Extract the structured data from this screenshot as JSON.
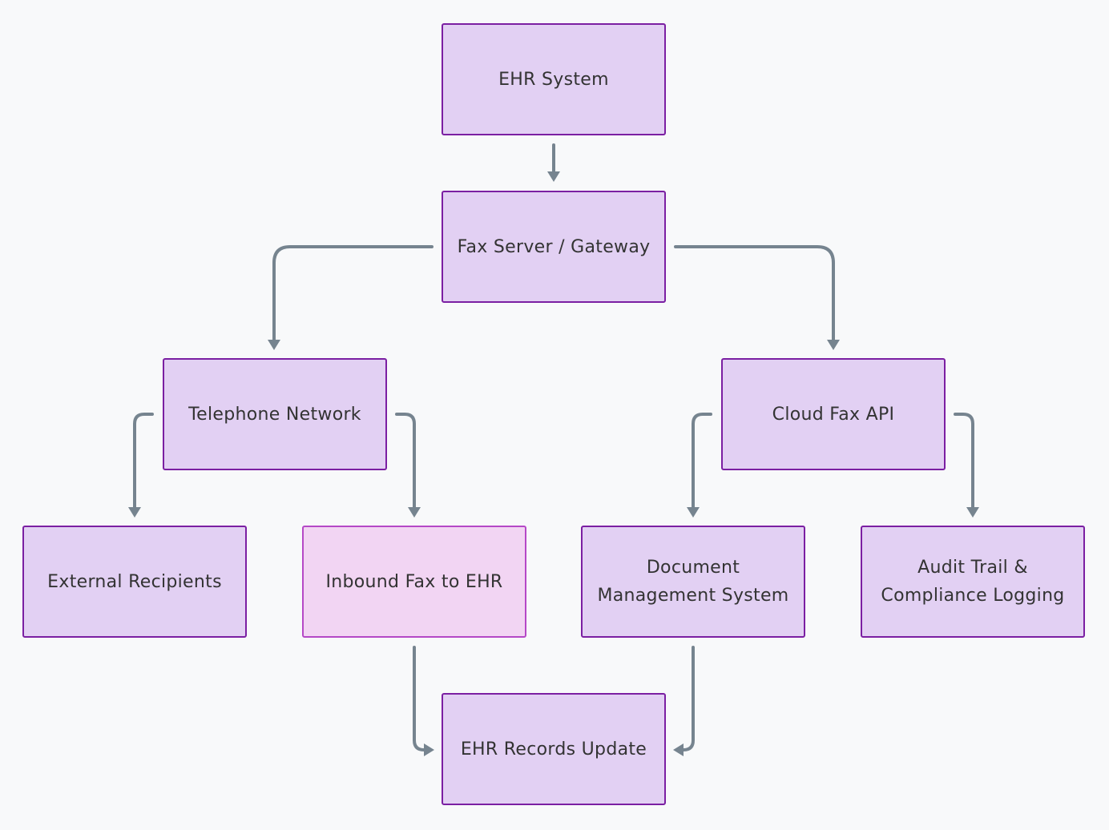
{
  "diagram": {
    "nodes": {
      "ehr_system": "EHR System",
      "fax_gateway": "Fax Server / Gateway",
      "telephone_network": "Telephone Network",
      "cloud_fax_api": "Cloud Fax API",
      "external_recipients": "External Recipients",
      "inbound_fax": "Inbound Fax to EHR",
      "document_management": "Document\nManagement System",
      "audit_trail": "Audit Trail &\nCompliance Logging",
      "ehr_records_update": "EHR Records Update"
    },
    "edges": [
      {
        "from": "ehr_system",
        "to": "fax_gateway"
      },
      {
        "from": "fax_gateway",
        "to": "telephone_network"
      },
      {
        "from": "fax_gateway",
        "to": "cloud_fax_api"
      },
      {
        "from": "telephone_network",
        "to": "external_recipients"
      },
      {
        "from": "telephone_network",
        "to": "inbound_fax"
      },
      {
        "from": "cloud_fax_api",
        "to": "document_management"
      },
      {
        "from": "cloud_fax_api",
        "to": "audit_trail"
      },
      {
        "from": "inbound_fax",
        "to": "ehr_records_update"
      },
      {
        "from": "document_management",
        "to": "ehr_records_update"
      }
    ],
    "colors": {
      "node_fill": "#e2d0f3",
      "node_border": "#7b1fa2",
      "highlight_fill": "#f2d5f3",
      "highlight_border": "#b548c6",
      "connector": "#76848f",
      "background": "#f8f9fa",
      "text": "#333333"
    }
  }
}
